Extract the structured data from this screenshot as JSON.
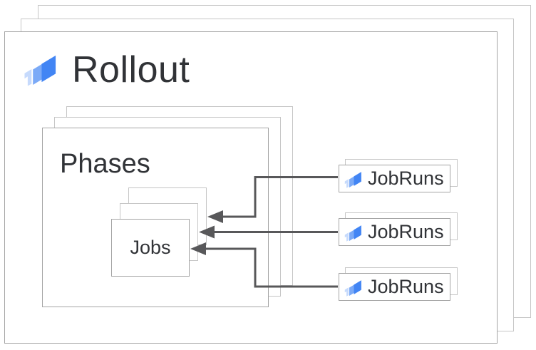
{
  "diagram": {
    "rollout": {
      "label": "Rollout",
      "icon": "rollout-logo-icon"
    },
    "phases": {
      "label": "Phases"
    },
    "jobs": {
      "label": "Jobs"
    },
    "jobruns": [
      {
        "label": "JobRuns",
        "icon": "jobruns-logo-icon"
      },
      {
        "label": "JobRuns",
        "icon": "jobruns-logo-icon"
      },
      {
        "label": "JobRuns",
        "icon": "jobruns-logo-icon"
      }
    ],
    "relationships": [
      "JobRuns 1 -> back Jobs layer",
      "JobRuns 2 -> middle Jobs layer",
      "JobRuns 3 -> front Jobs layer"
    ]
  },
  "colors": {
    "icon_dark": "#4285f4",
    "icon_medium": "#7baaf7",
    "icon_light": "#c6dafc",
    "card_border": "#a4a4a4",
    "card_border_back": "#c6c6c6",
    "connector": "#58585a",
    "text": "#313337"
  }
}
